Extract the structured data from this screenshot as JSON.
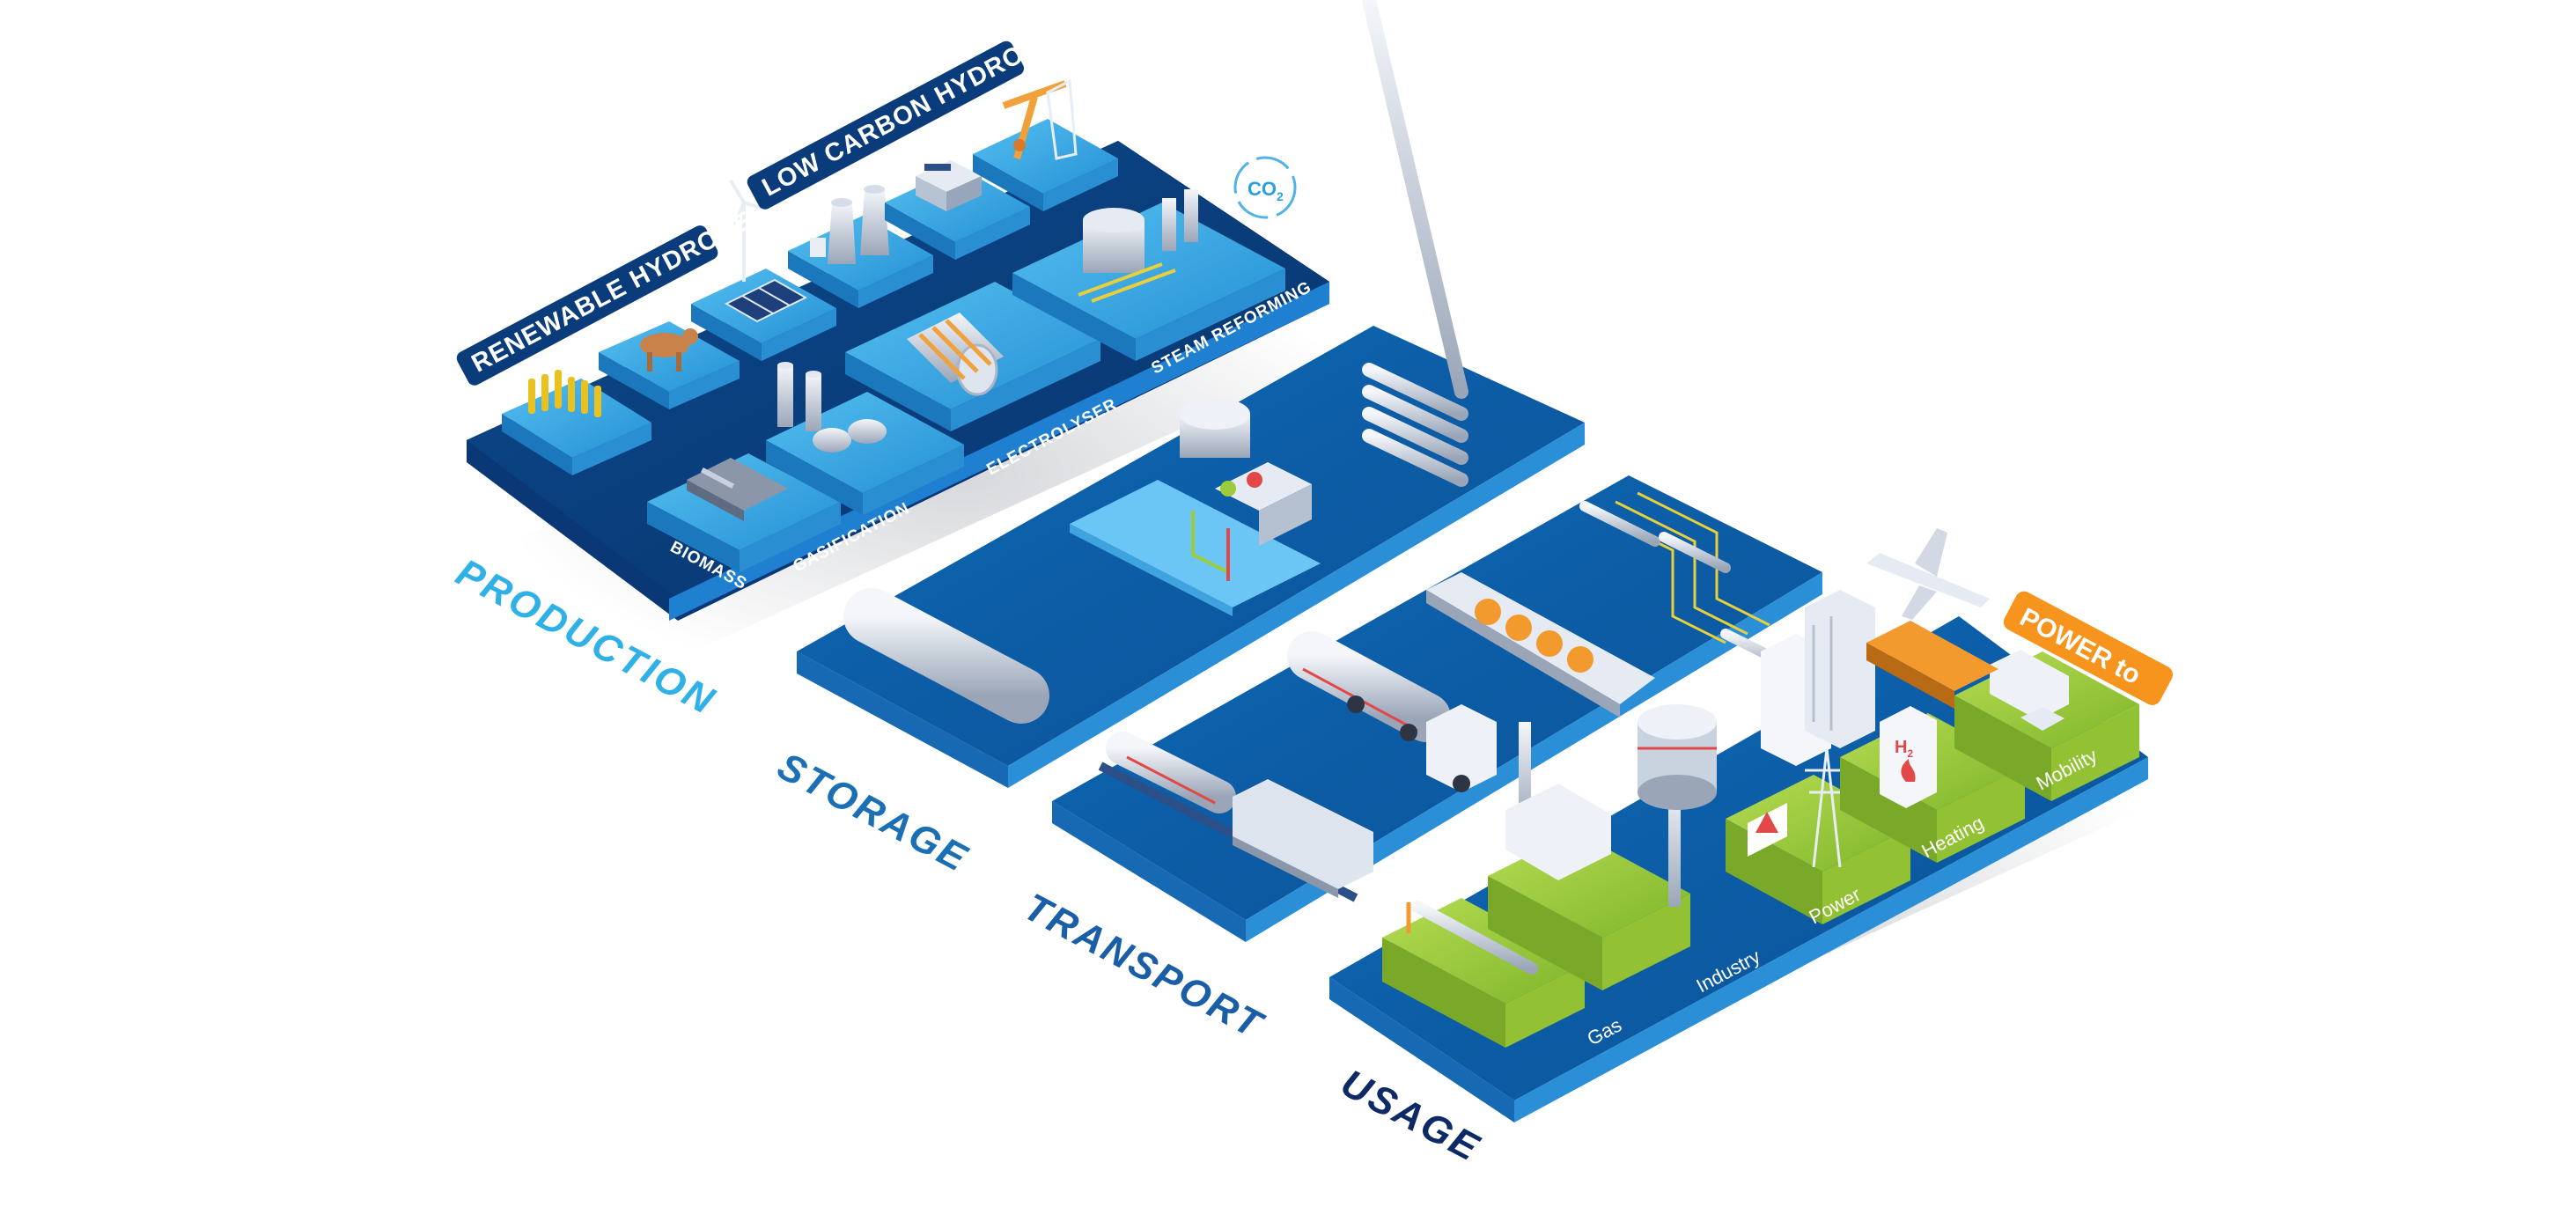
{
  "banners": {
    "renewable": "RENEWABLE HYDROGEN",
    "low_carbon": "LOW CARBON HYDROGEN"
  },
  "production_tiles": {
    "biomass": "BIOMASS",
    "gasification": "GASIFICATION",
    "electrolyser": "ELECTROLYSER",
    "steam_reforming": "STEAM REFORMING"
  },
  "co2_badge": "CO",
  "co2_subscript": "2",
  "h2_sign": "H",
  "h2_subscript": "2",
  "stages": {
    "production": "PRODUCTION",
    "storage": "STORAGE",
    "transport": "TRANSPORT",
    "usage": "USAGE"
  },
  "usage_tiles": {
    "gas": "Gas",
    "industry": "Industry",
    "power": "Power",
    "heating": "Heating",
    "mobility": "Mobility"
  },
  "power_to": "POWER to",
  "colors": {
    "platform_dark": "#0b3e7a",
    "platform_mid": "#1466b3",
    "tile_light": "#3aa9e8",
    "usage_green": "#9ccc3c",
    "production_label": "#2fb1e8",
    "storage_label": "#1a6fb5",
    "transport_label": "#1a5ea8",
    "usage_label": "#0d2a66",
    "power_to_orange": "#f7941d"
  }
}
